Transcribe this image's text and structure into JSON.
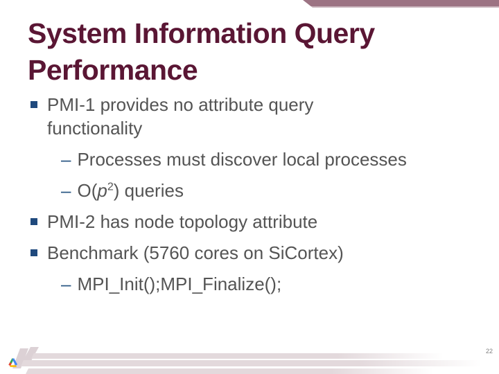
{
  "slide": {
    "title_line1": "System Information Query",
    "title_line2": "Performance",
    "page_number": "22"
  },
  "content": [
    {
      "text": "PMI-1 provides no attribute query functionality"
    },
    {
      "dash": "–",
      "pre": "Processes must discover local processes",
      "italic": "",
      "sup": "",
      "post": ""
    },
    {
      "dash": "–",
      "pre": "O(",
      "italic": "p",
      "sup": "2",
      "post": ") queries"
    },
    {
      "text": "PMI-2 has node topology attribute"
    },
    {
      "text": "Benchmark (5760 cores on SiCortex)"
    },
    {
      "dash": "–",
      "pre": "MPI_Init();MPI_Finalize();",
      "italic": "",
      "sup": "",
      "post": ""
    }
  ],
  "colors": {
    "title": "#5a1634",
    "body_text": "#545454",
    "bullet_marker": "#1f497d",
    "dash": "#2a5784",
    "top_bar": "#9c7383",
    "top_bar_edge": "#c6b0b9",
    "footer_bar": "#e3d9dc",
    "footer_stub": "#dcd1d5",
    "page_number": "#7f7f7f"
  },
  "icons": {
    "footer_logo": "google-drive-icon",
    "bullet_level1": "square-bullet-icon",
    "bullet_level2": "dash-bullet-icon"
  }
}
